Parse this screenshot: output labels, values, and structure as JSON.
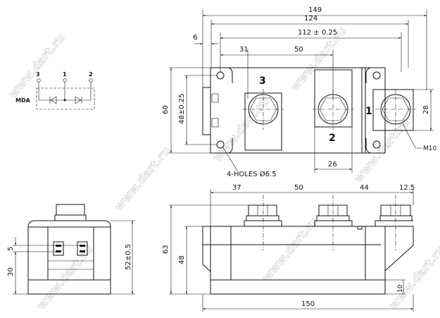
{
  "watermark": "www.dart.ru",
  "schematic": {
    "label": "MDA",
    "pins": [
      "3",
      "1",
      "2"
    ]
  },
  "top_view": {
    "dims": {
      "overall": "149",
      "outer": "124",
      "holes": "112 ± 0.25",
      "offset": "6",
      "pitch1": "31",
      "pitch2": "50",
      "height": "60",
      "hole_pitch": "48±0.25",
      "terminal_width": "26",
      "terminal_height": "28"
    },
    "terminals": {
      "t3": "3",
      "t2": "2",
      "t1": "1"
    },
    "notes": {
      "holes": "4-HOLES Ø6.5",
      "thread": "M10"
    }
  },
  "front_view": {
    "dims": {
      "d37": "37",
      "d50": "50",
      "d44": "44",
      "d12": "12.5",
      "h63": "63",
      "h48": "48",
      "h10": "10",
      "w150": "150"
    }
  },
  "side_view": {
    "dims": {
      "d5": "5",
      "d30": "30",
      "h52": "52±0.5"
    }
  }
}
